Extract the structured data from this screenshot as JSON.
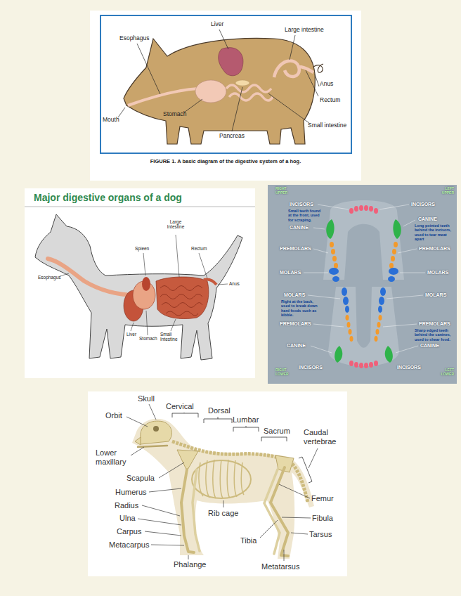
{
  "diagram": {
    "labels": [
      "Liver",
      "Esophagus",
      "Large intestine",
      "Anus",
      "Rectum",
      "Mouth",
      "Stomach",
      "Pancreas",
      "Small intestine",
      "FIGURE 1. A basic diagram of the digestive system of a hog.",
      "Major digestive organs of a dog",
      "Large Intestine",
      "Spleen",
      "Rectum",
      "Esophagus",
      "Anus",
      "Liver",
      "Stomach",
      "Small Intestine",
      "RIGHT UPPER",
      "LEFT UPPER",
      "INCISORS",
      "INCISORS",
      "Small teeth found at the front, used for scraping.",
      "CANINE",
      "CANINE",
      "Long pointed teeth behind the incisors, used to tear meat apart",
      "PREMOLARS",
      "PREMOLARS",
      "MOLARS",
      "MOLARS",
      "MOLARS",
      "Right at the back, used to break down hard foods such as kibble.",
      "MOLARS",
      "PREMOLARS",
      "PREMOLARS",
      "Sharp edged teeth behind the canines, used to shear food.",
      "CANINE",
      "CANINE",
      "INCISORS",
      "INCISORS",
      "RIGHT LOWER",
      "LEFT LOWER",
      "Skull",
      "Orbit",
      "Cervical",
      "Dorsal",
      "Lumbar",
      "Sacrum",
      "Caudal vertebrae",
      "Lower maxillary",
      "Scapula",
      "Humerus",
      "Radius",
      "Ulna",
      "Carpus",
      "Metacarpus",
      "Phalange",
      "Rib cage",
      "Tibia",
      "Metatarsus",
      "Tarsus",
      "Fibula",
      "Femur"
    ]
  }
}
